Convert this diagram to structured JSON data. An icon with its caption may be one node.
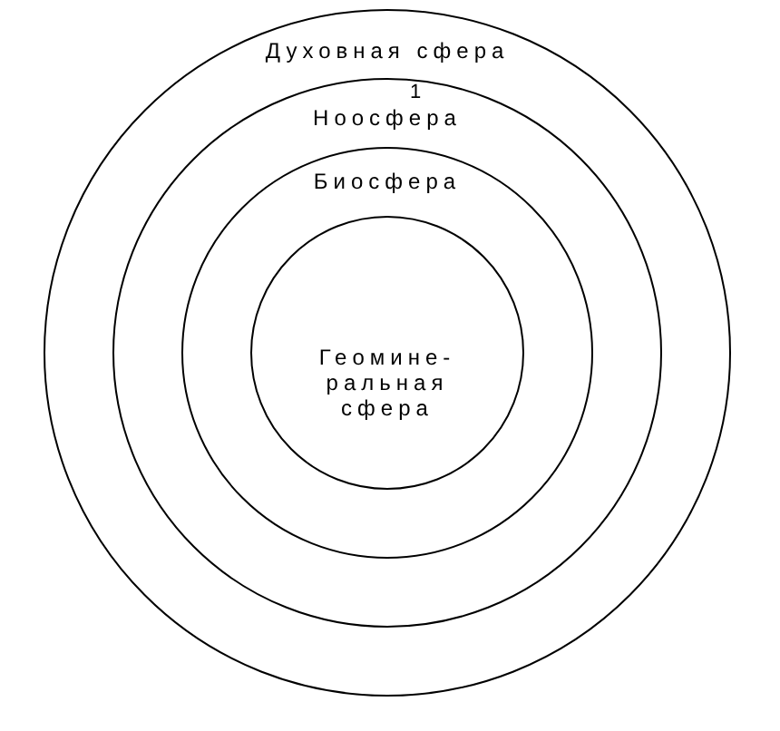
{
  "diagram": {
    "nodes": [
      {
        "text": [
          "Духовная сфера"
        ]
      },
      {
        "text": [
          "Ноосфера"
        ],
        "in": 0
      },
      {
        "text": [
          "Биосфера"
        ],
        "in": 1
      },
      {
        "text": [
          "Геомине- ральная сфера"
        ],
        "in": 2
      }
    ],
    "labels": [
      "1"
    ]
  }
}
